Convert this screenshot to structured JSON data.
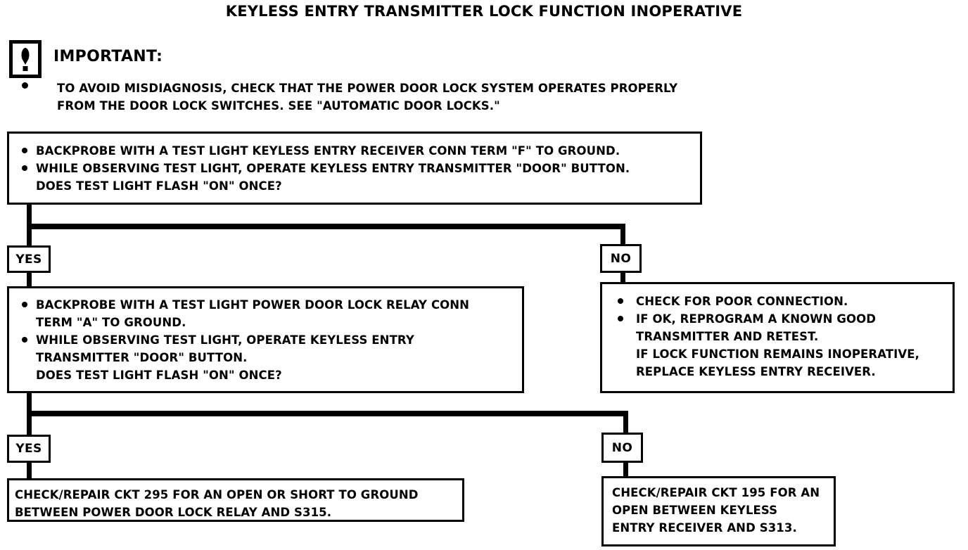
{
  "title": "KEYLESS ENTRY TRANSMITTER LOCK FUNCTION INOPERATIVE",
  "important": {
    "icon": "exclamation-in-box-icon",
    "label": "IMPORTANT:",
    "note_line_1": "TO AVOID MISDIAGNOSIS, CHECK THAT THE POWER DOOR LOCK SYSTEM OPERATES PROPERLY",
    "note_line_2": "FROM THE DOOR LOCK SWITCHES.  SEE \"AUTOMATIC DOOR LOCKS.\""
  },
  "flow": {
    "step1": {
      "bullet1_line1": "BACKPROBE WITH A TEST LIGHT KEYLESS ENTRY RECEIVER CONN TERM \"F\" TO GROUND.",
      "bullet2_line1": "WHILE OBSERVING TEST LIGHT, OPERATE KEYLESS ENTRY TRANSMITTER \"DOOR\" BUTTON.",
      "bullet2_line2": "DOES TEST LIGHT FLASH \"ON\" ONCE?"
    },
    "step1_yes_label": "YES",
    "step1_no_label": "NO",
    "step2": {
      "bullet1_line1": "BACKPROBE WITH A TEST LIGHT POWER DOOR LOCK RELAY CONN",
      "bullet1_line2": "TERM \"A\" TO GROUND.",
      "bullet2_line1": "WHILE OBSERVING TEST LIGHT, OPERATE KEYLESS ENTRY",
      "bullet2_line2": "TRANSMITTER \"DOOR\" BUTTON.",
      "bullet2_line3": "DOES TEST LIGHT FLASH \"ON\" ONCE?"
    },
    "step1_no_action": {
      "bullet1_line1": "CHECK FOR POOR CONNECTION.",
      "bullet2_line1": "IF OK, REPROGRAM A KNOWN GOOD",
      "bullet2_line2": "TRANSMITTER AND RETEST.",
      "bullet2_line3": "IF LOCK FUNCTION REMAINS INOPERATIVE,",
      "bullet2_line4": "REPLACE KEYLESS ENTRY RECEIVER."
    },
    "step2_yes_label": "YES",
    "step2_no_label": "NO",
    "step2_yes_action": {
      "line1": "CHECK/REPAIR CKT 295 FOR AN OPEN OR SHORT TO GROUND",
      "line2": "BETWEEN POWER DOOR LOCK RELAY AND S315."
    },
    "step2_no_action": {
      "line1": "CHECK/REPAIR CKT 195 FOR AN",
      "line2": "OPEN BETWEEN KEYLESS",
      "line3": "ENTRY RECEIVER AND S313."
    }
  },
  "colors": {
    "ink": "#000000",
    "paper": "#ffffff"
  }
}
